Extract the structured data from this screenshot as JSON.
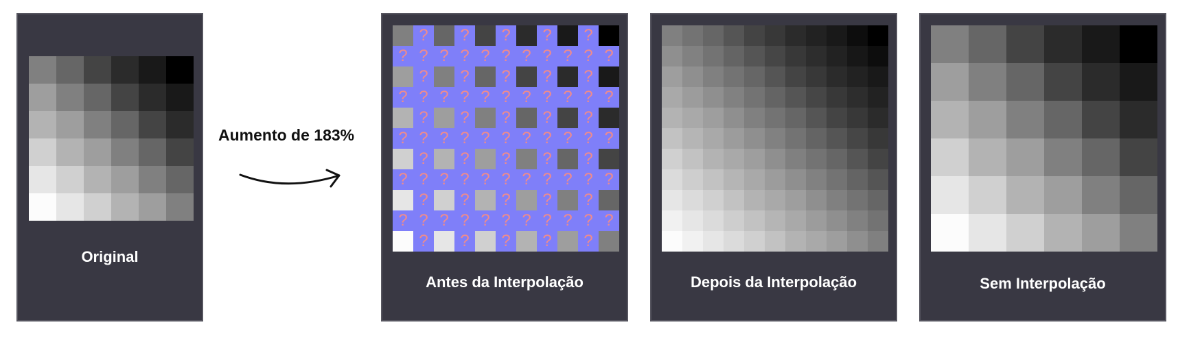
{
  "panels": {
    "original": {
      "caption": "Original"
    },
    "before": {
      "caption": "Antes da Interpolação",
      "unknown_glyph": "?"
    },
    "after": {
      "caption": "Depois da Interpolação"
    },
    "nointerp": {
      "caption": "Sem Interpolação"
    }
  },
  "scale_label": "Aumento de 183%",
  "colors": {
    "panel_bg": "#393843",
    "unknown_bg": "#7f7ff9",
    "unknown_glyph": "#f08b8b"
  },
  "original_pixels": [
    [
      128,
      102,
      68,
      43,
      25,
      0
    ],
    [
      158,
      128,
      102,
      68,
      43,
      25
    ],
    [
      179,
      158,
      128,
      102,
      68,
      43
    ],
    [
      208,
      179,
      158,
      128,
      102,
      68
    ],
    [
      230,
      208,
      179,
      158,
      128,
      102
    ],
    [
      252,
      230,
      208,
      179,
      158,
      128
    ]
  ]
}
